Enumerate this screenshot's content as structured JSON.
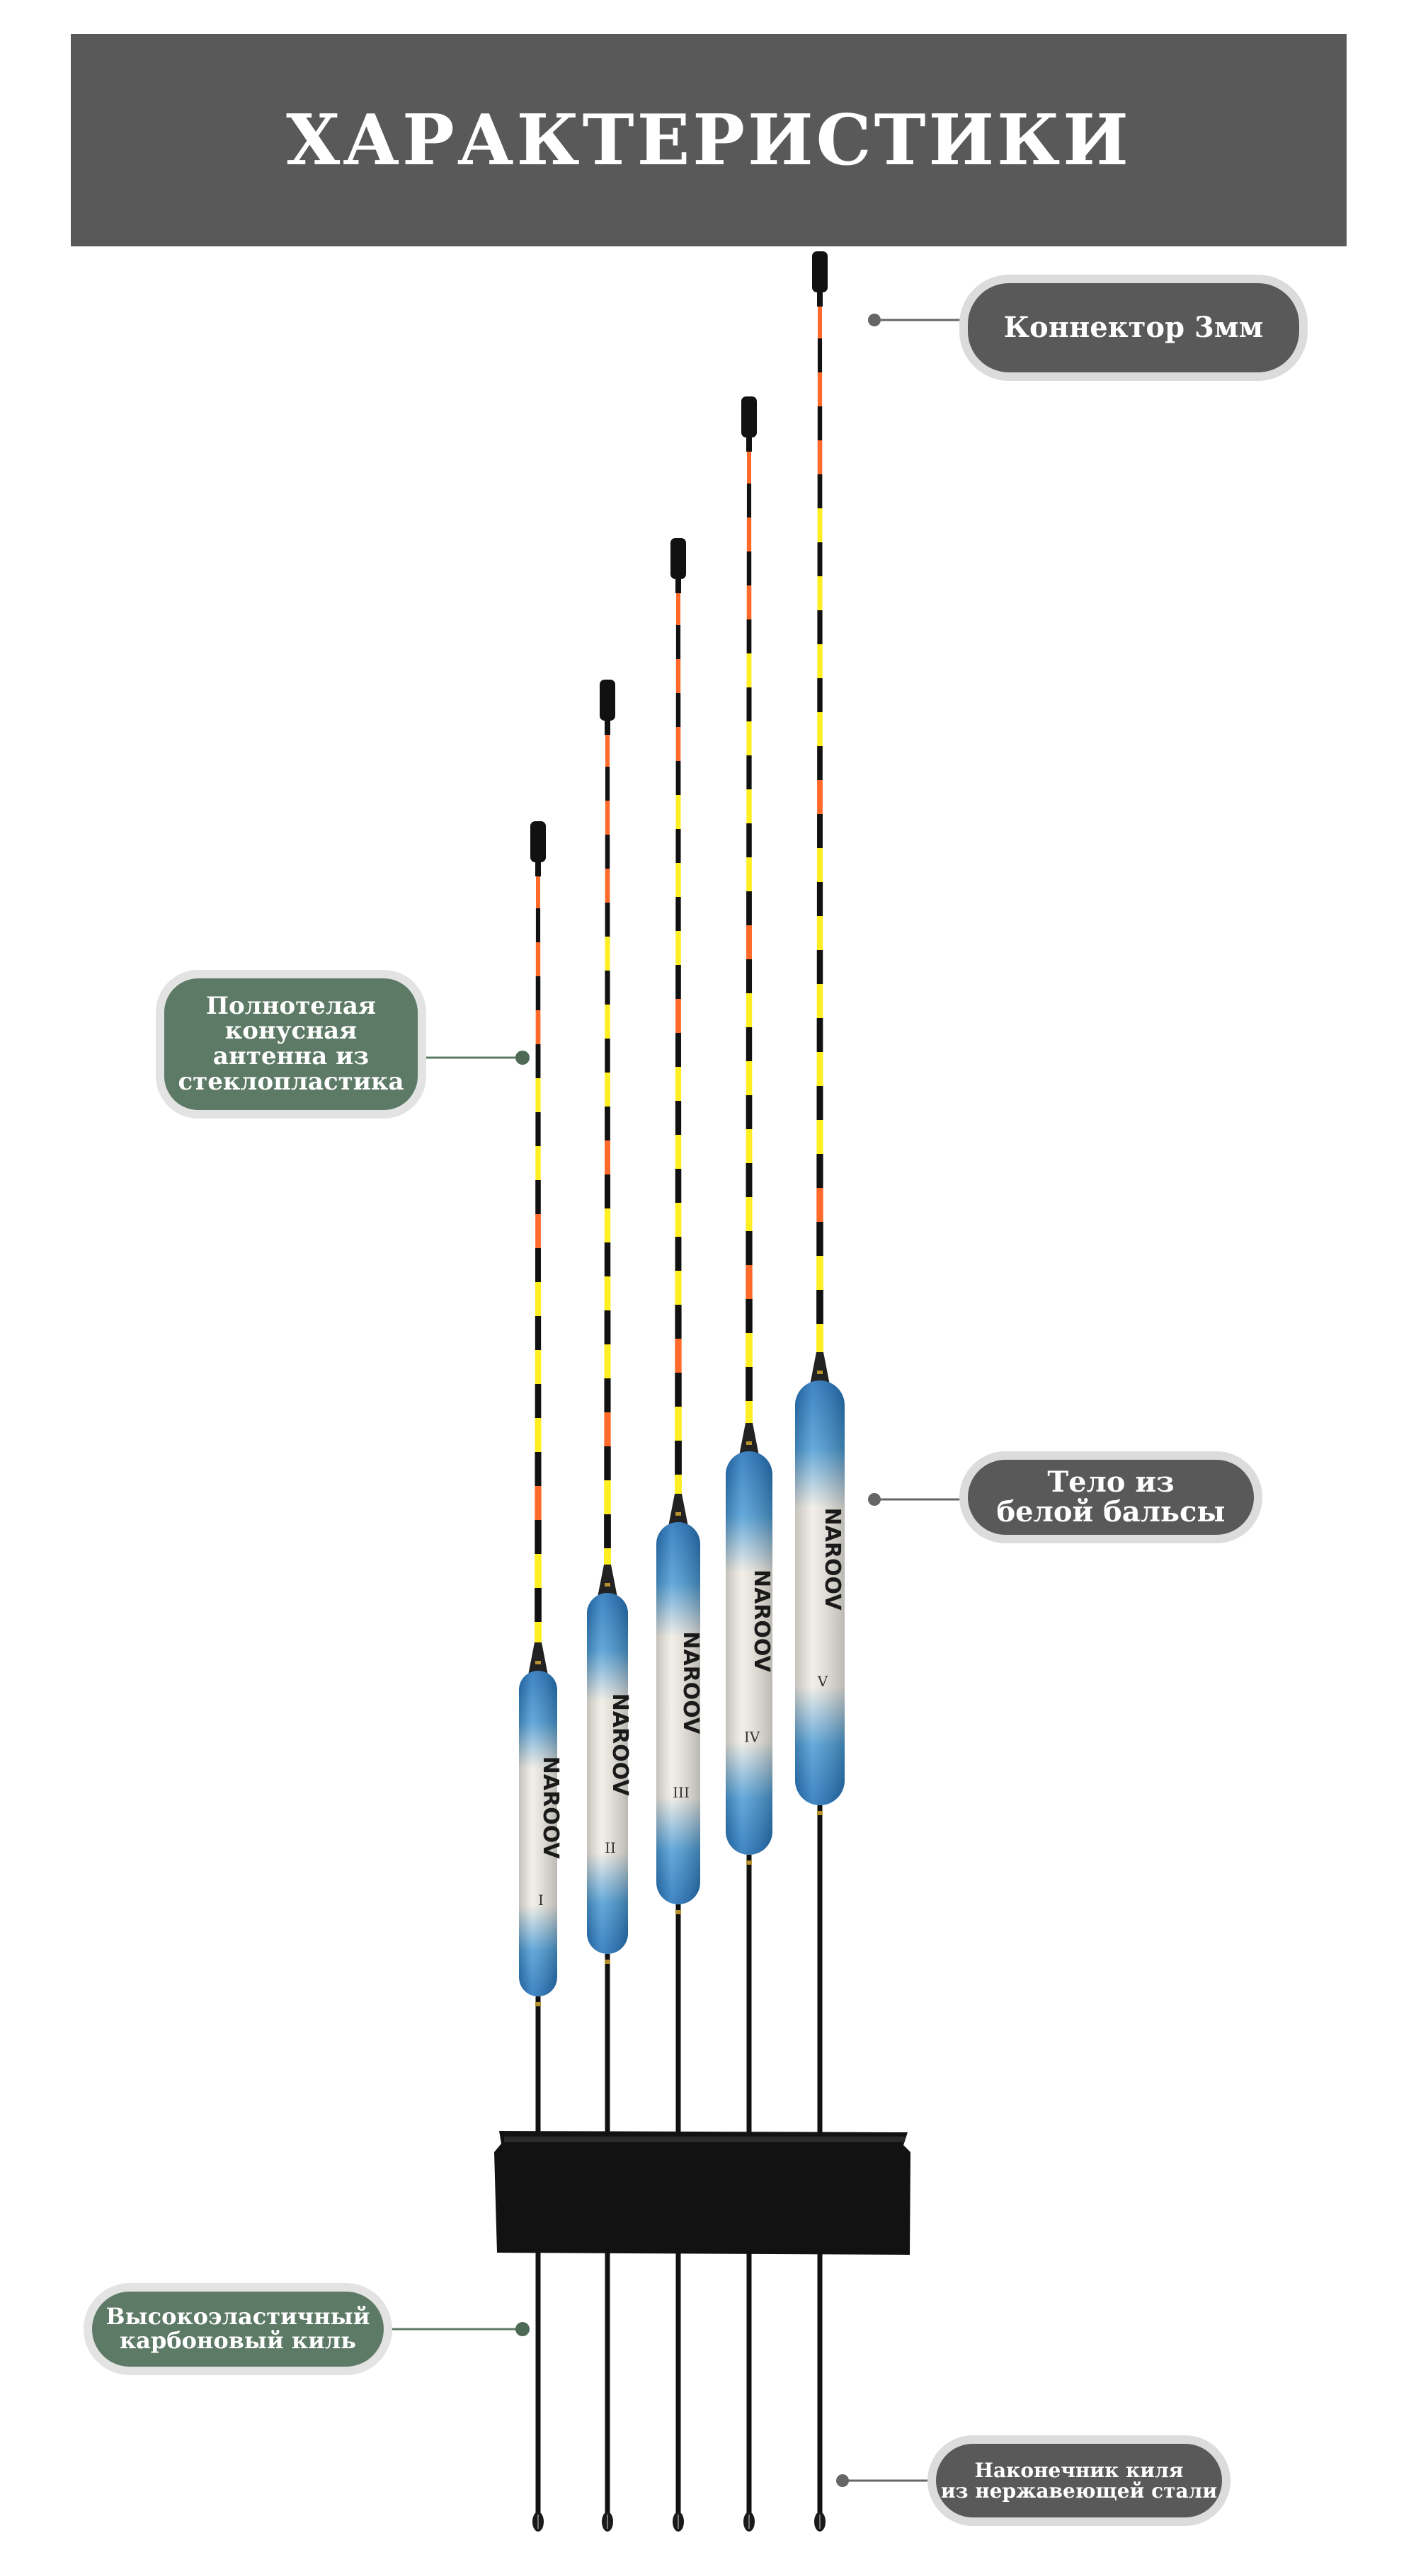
{
  "header": {
    "title": "ХАРАКТЕРИСТИКИ"
  },
  "callouts": {
    "connector": "Коннектор 3мм",
    "antenna": "Полнотелая\nконусная\nантенна из\nстеклопластика",
    "body": "Тело из\nбелой бальсы",
    "keel": "Высокоэластичный\nкарбоновый киль",
    "tip": "Наконечник киля\nиз нержавеющей стали"
  },
  "floats": [
    {
      "numeral": "I",
      "brand": "NAROOV"
    },
    {
      "numeral": "II",
      "brand": "NAROOV"
    },
    {
      "numeral": "III",
      "brand": "NAROOV"
    },
    {
      "numeral": "IV",
      "brand": "NAROOV"
    },
    {
      "numeral": "V",
      "brand": "NAROOV"
    }
  ],
  "colors": {
    "header_bg": "#595959",
    "gray_pill": "#595959",
    "green_pill": "#5d7a66",
    "antenna_orange": "#ff6a2a",
    "antenna_yellow": "#ffee22",
    "antenna_black": "#111111",
    "body_blue": "#1f6fb8",
    "body_white": "#efece4",
    "keel": "#111111",
    "stand": "#121212"
  }
}
